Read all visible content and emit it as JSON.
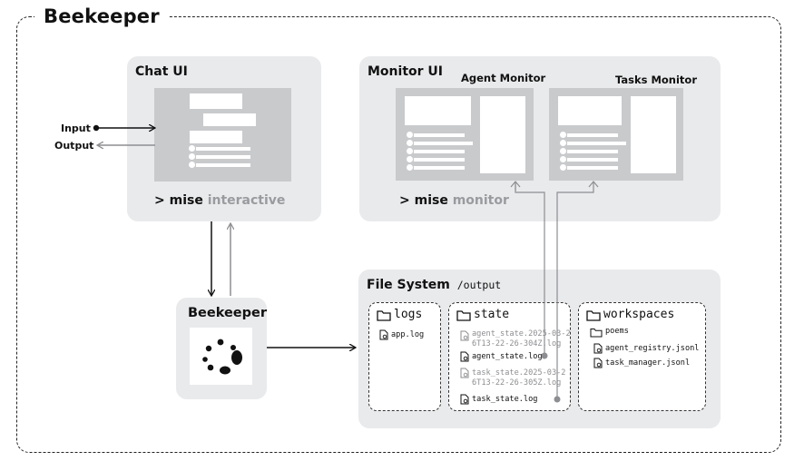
{
  "title": "Beekeeper",
  "chat": {
    "title": "Chat UI",
    "command_prefix": "> mise",
    "command_suffix": " interactive",
    "input_label": "Input",
    "output_label": "Output"
  },
  "monitor": {
    "title": "Monitor UI",
    "agent_monitor": "Agent Monitor",
    "tasks_monitor": "Tasks Monitor",
    "command_prefix": "> mise",
    "command_suffix": " monitor"
  },
  "beekeeper": {
    "title": "Beekeeper"
  },
  "filesystem": {
    "title": "File System",
    "path": "/output",
    "logs": {
      "folder": "logs",
      "files": [
        "app.log"
      ]
    },
    "state": {
      "folder": "state",
      "agent_state_old": "agent_state.2025-03-2",
      "agent_state_old_2": "6T13-22-26-304Z.log",
      "agent_state": "agent_state.log",
      "task_state_old": "task_state.2025-03-2",
      "task_state_old_2": "6T13-22-26-305Z.log",
      "task_state": "task_state.log"
    },
    "workspaces": {
      "folder": "workspaces",
      "subfolder": "poems",
      "files": [
        "agent_registry.jsonl",
        "task_manager.jsonl"
      ]
    }
  }
}
